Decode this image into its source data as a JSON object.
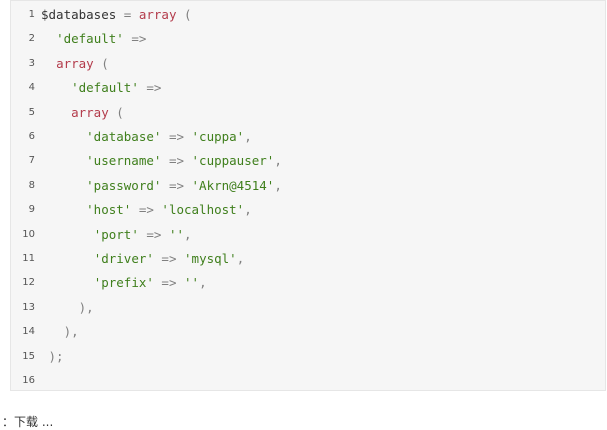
{
  "code": {
    "lines": [
      {
        "num": "1",
        "indent": "",
        "tokens": [
          {
            "t": "var",
            "v": "$databases"
          },
          {
            "t": "op",
            "v": " = "
          },
          {
            "t": "kw",
            "v": "array"
          },
          {
            "t": "pl",
            "v": " ("
          }
        ]
      },
      {
        "num": "2",
        "indent": "  ",
        "tokens": [
          {
            "t": "str",
            "v": "'default'"
          },
          {
            "t": "op",
            "v": " =>"
          }
        ]
      },
      {
        "num": "3",
        "indent": "  ",
        "tokens": [
          {
            "t": "kw",
            "v": "array"
          },
          {
            "t": "pl",
            "v": " ("
          }
        ]
      },
      {
        "num": "4",
        "indent": "    ",
        "tokens": [
          {
            "t": "str",
            "v": "'default'"
          },
          {
            "t": "op",
            "v": " =>"
          }
        ]
      },
      {
        "num": "5",
        "indent": "    ",
        "tokens": [
          {
            "t": "kw",
            "v": "array"
          },
          {
            "t": "pl",
            "v": " ("
          }
        ]
      },
      {
        "num": "6",
        "indent": "      ",
        "tokens": [
          {
            "t": "str",
            "v": "'database'"
          },
          {
            "t": "op",
            "v": " => "
          },
          {
            "t": "str",
            "v": "'cuppa'"
          },
          {
            "t": "pl",
            "v": ","
          }
        ]
      },
      {
        "num": "7",
        "indent": "      ",
        "tokens": [
          {
            "t": "str",
            "v": "'username'"
          },
          {
            "t": "op",
            "v": " => "
          },
          {
            "t": "str",
            "v": "'cuppauser'"
          },
          {
            "t": "pl",
            "v": ","
          }
        ]
      },
      {
        "num": "8",
        "indent": "      ",
        "tokens": [
          {
            "t": "str",
            "v": "'password'"
          },
          {
            "t": "op",
            "v": " => "
          },
          {
            "t": "str",
            "v": "'Akrn@4514'"
          },
          {
            "t": "pl",
            "v": ","
          }
        ]
      },
      {
        "num": "9",
        "indent": "      ",
        "tokens": [
          {
            "t": "str",
            "v": "'host'"
          },
          {
            "t": "op",
            "v": " => "
          },
          {
            "t": "str",
            "v": "'localhost'"
          },
          {
            "t": "pl",
            "v": ","
          }
        ]
      },
      {
        "num": "10",
        "indent": "       ",
        "tokens": [
          {
            "t": "str",
            "v": "'port'"
          },
          {
            "t": "op",
            "v": " => "
          },
          {
            "t": "str",
            "v": "''"
          },
          {
            "t": "pl",
            "v": ","
          }
        ]
      },
      {
        "num": "11",
        "indent": "       ",
        "tokens": [
          {
            "t": "str",
            "v": "'driver'"
          },
          {
            "t": "op",
            "v": " => "
          },
          {
            "t": "str",
            "v": "'mysql'"
          },
          {
            "t": "pl",
            "v": ","
          }
        ]
      },
      {
        "num": "12",
        "indent": "       ",
        "tokens": [
          {
            "t": "str",
            "v": "'prefix'"
          },
          {
            "t": "op",
            "v": " => "
          },
          {
            "t": "str",
            "v": "''"
          },
          {
            "t": "pl",
            "v": ","
          }
        ]
      },
      {
        "num": "13",
        "indent": "     ",
        "tokens": [
          {
            "t": "pl",
            "v": "),"
          }
        ]
      },
      {
        "num": "14",
        "indent": "   ",
        "tokens": [
          {
            "t": "pl",
            "v": "),"
          }
        ]
      },
      {
        "num": "15",
        "indent": " ",
        "tokens": [
          {
            "t": "pl",
            "v": ");"
          }
        ]
      },
      {
        "num": "16",
        "indent": "",
        "tokens": []
      }
    ]
  },
  "footer": {
    "partial_text": "：下载 ..."
  }
}
